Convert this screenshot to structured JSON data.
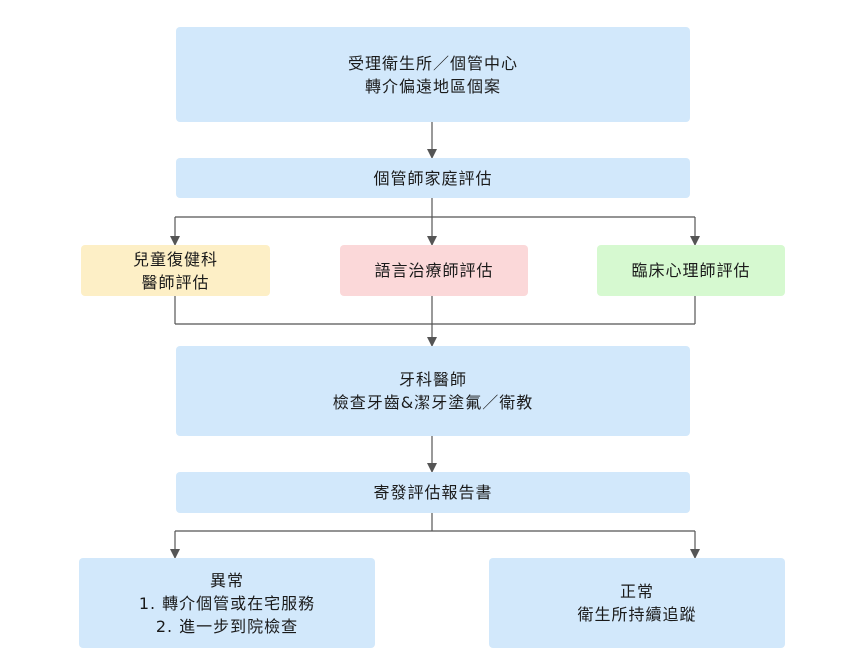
{
  "flow": {
    "intake": {
      "lines": [
        "受理衛生所／個管中心",
        "轉介偏遠地區個案"
      ]
    },
    "home_assessment": {
      "label": "個管師家庭評估"
    },
    "pediatric_rehab": {
      "lines": [
        "兒童復健科",
        "醫師評估"
      ]
    },
    "speech_therapy": {
      "label": "語言治療師評估"
    },
    "clinical_psych": {
      "label": "臨床心理師評估"
    },
    "dentist": {
      "lines": [
        "牙科醫師",
        "檢查牙齒&潔牙塗氟／衛教"
      ]
    },
    "report": {
      "label": "寄發評估報告書"
    },
    "abnormal": {
      "lines": [
        "異常",
        "1. 轉介個管或在宅服務",
        "2. 進一步到院檢查"
      ]
    },
    "normal": {
      "lines": [
        "正常",
        "衛生所持續追蹤"
      ]
    }
  },
  "colors": {
    "blue_box": "#d2e8fb",
    "yellow_box": "#fdefc6",
    "pink_box": "#fbd8d9",
    "green_box": "#d6f9d0",
    "connector": "#555555"
  }
}
